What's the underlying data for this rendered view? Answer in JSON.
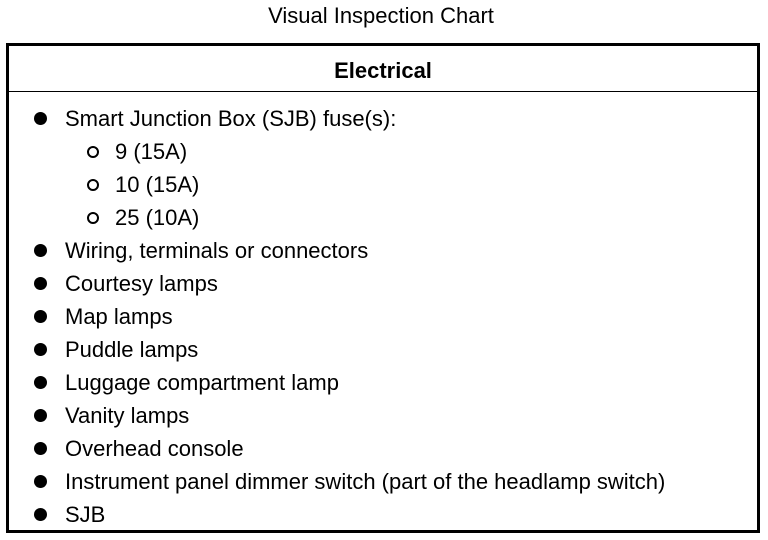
{
  "title": "Visual Inspection Chart",
  "section": {
    "header": "Electrical",
    "items": [
      {
        "text": "Smart Junction Box (SJB) fuse(s):",
        "subitems": [
          "9 (15A)",
          "10 (15A)",
          "25 (10A)"
        ]
      },
      {
        "text": "Wiring, terminals or connectors"
      },
      {
        "text": "Courtesy lamps"
      },
      {
        "text": "Map lamps"
      },
      {
        "text": "Puddle lamps"
      },
      {
        "text": "Luggage compartment lamp"
      },
      {
        "text": "Vanity lamps"
      },
      {
        "text": "Overhead console"
      },
      {
        "text": "Instrument panel dimmer switch (part of the headlamp switch)"
      },
      {
        "text": "SJB"
      }
    ]
  },
  "bullet_icons": {
    "item": "filled-circle-bullet-icon",
    "subitem": "open-circle-bullet-icon"
  }
}
